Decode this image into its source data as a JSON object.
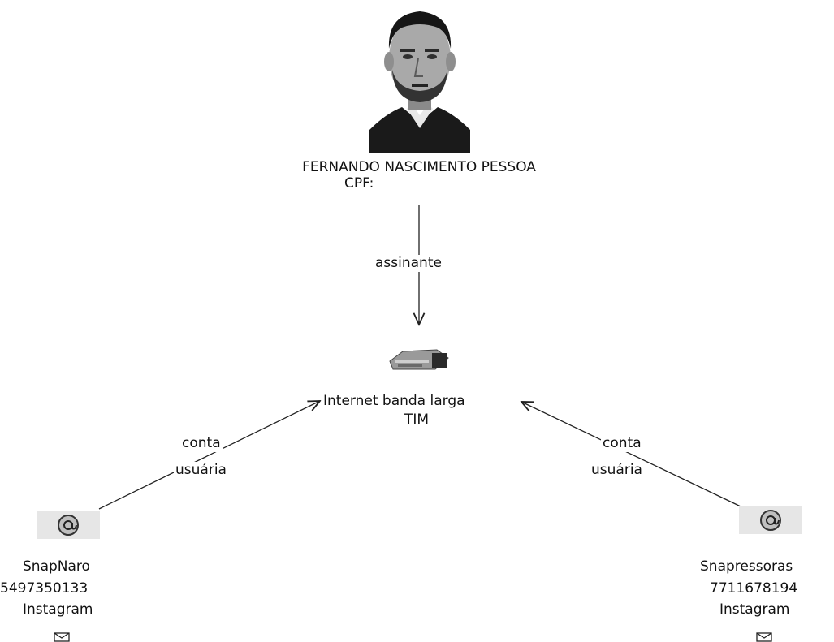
{
  "person": {
    "name": "FERNANDO NASCIMENTO PESSOA",
    "cpf_label": "CPF:"
  },
  "edges": {
    "subscriber_label": "assinante",
    "left_label_line1": "conta",
    "left_label_line2": "usuária",
    "right_label_line1": "conta",
    "right_label_line2": "usuária"
  },
  "service": {
    "line1": "Internet banda larga",
    "line2": "TIM"
  },
  "accounts": [
    {
      "name": "SnapNaro",
      "id": "5497350133",
      "platform": "Instagram"
    },
    {
      "name": "Snapressoras",
      "id": "7711678194",
      "platform": "Instagram"
    }
  ],
  "icons": {
    "person": "person-photo",
    "service": "broadband-modem-icon",
    "account": "at-sign-icon",
    "mail": "envelope-icon"
  }
}
